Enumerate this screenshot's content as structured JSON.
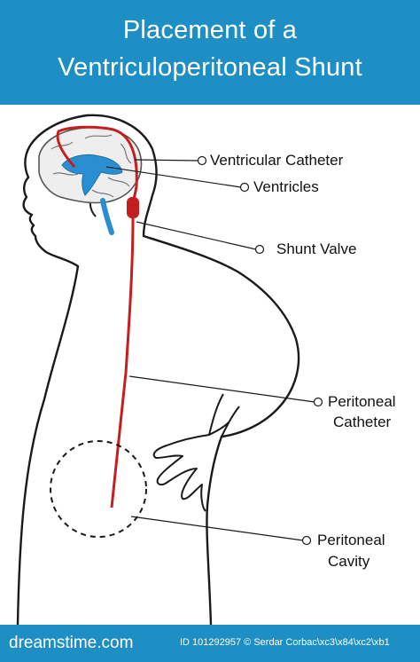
{
  "title": {
    "line1": "Placement of a",
    "line2": "Ventriculoperitoneal Shunt"
  },
  "labels": {
    "ventricular_catheter": "Ventricular Catheter",
    "ventricles": "Ventricles",
    "shunt_valve": "Shunt Valve",
    "peritoneal_catheter_line1": "Peritoneal",
    "peritoneal_catheter_line2": "Catheter",
    "peritoneal_cavity_line1": "Peritoneal",
    "peritoneal_cavity_line2": "Cavity"
  },
  "footer": {
    "logo": "dreamstime.com",
    "id_text": "ID 101292957 © Serdar Corbac\\xc3\\x84\\xc2\\xb1"
  },
  "colors": {
    "banner": "#1d8fc4",
    "ventricles": "#2a8fd0",
    "shunt": "#c41e1e",
    "outline": "#1a1a1a"
  }
}
